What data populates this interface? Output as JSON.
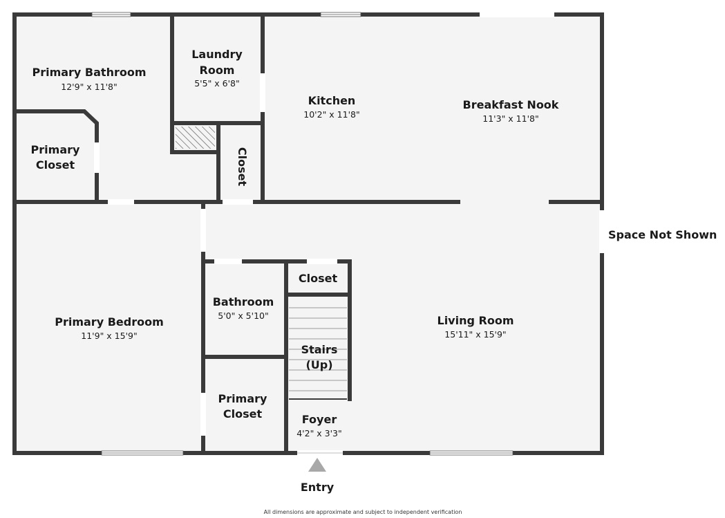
{
  "rooms": [
    {
      "id": "primary-bathroom",
      "name": "Primary Bathroom",
      "dims": "12'9\" x 11'8\""
    },
    {
      "id": "laundry-room",
      "name_line1": "Laundry",
      "name_line2": "Room",
      "dims": "5'5\" x 6'8\""
    },
    {
      "id": "kitchen",
      "name": "Kitchen",
      "dims": "10'2\" x 11'8\""
    },
    {
      "id": "breakfast-nook",
      "name": "Breakfast Nook",
      "dims": "11'3\" x 11'8\""
    },
    {
      "id": "primary-closet-top",
      "name_line1": "Primary",
      "name_line2": "Closet"
    },
    {
      "id": "closet-vertical",
      "name": "Closet"
    },
    {
      "id": "primary-bedroom",
      "name": "Primary Bedroom",
      "dims": "11'9\" x 15'9\""
    },
    {
      "id": "bathroom",
      "name": "Bathroom",
      "dims": "5'0\" x 5'10\""
    },
    {
      "id": "closet-stairs",
      "name": "Closet"
    },
    {
      "id": "stairs",
      "name_line1": "Stairs",
      "name_line2": "(Up)"
    },
    {
      "id": "living-room",
      "name": "Living Room",
      "dims": "15'11\" x 15'9\""
    },
    {
      "id": "primary-closet-bottom",
      "name_line1": "Primary",
      "name_line2": "Closet"
    },
    {
      "id": "foyer",
      "name": "Foyer",
      "dims": "4'2\" x 3'3\""
    }
  ],
  "labels": {
    "space_not_shown": "Space Not Shown",
    "entry": "Entry",
    "footer": "All dimensions are approximate and subject to independent verification"
  },
  "colors": {
    "wall": "#3a3a3a",
    "floor": "#f4f4f4",
    "opening": "#ffffff",
    "entry_marker": "#a8a8a8"
  }
}
